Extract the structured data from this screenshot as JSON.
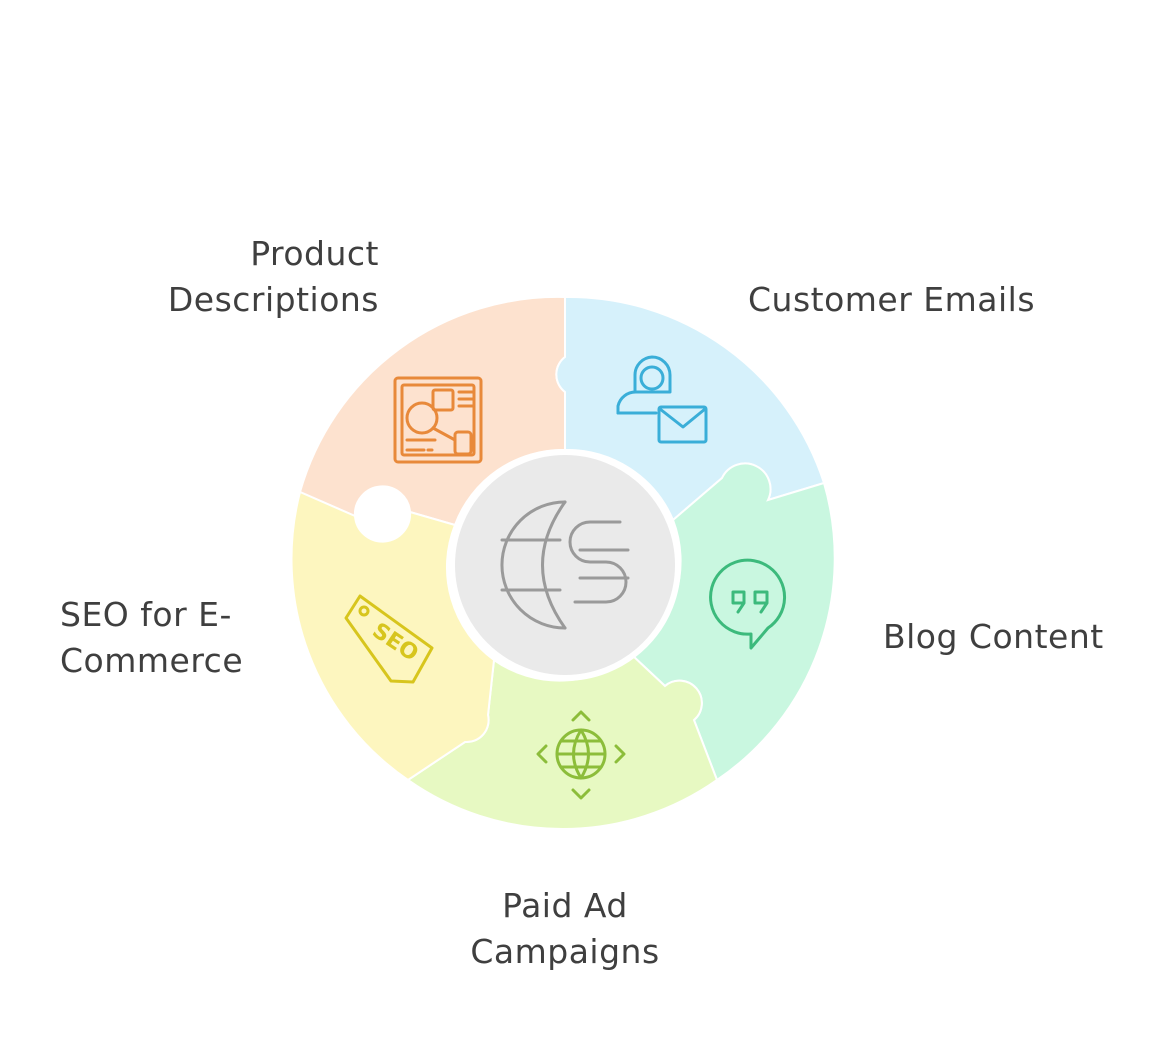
{
  "segments": [
    {
      "id": "product-descriptions",
      "label": "Product\nDescriptions",
      "fill": "#fde2cf",
      "icon": "product-catalog-icon",
      "icon_color": "#e8893a"
    },
    {
      "id": "customer-emails",
      "label": "Customer Emails",
      "fill": "#d6f1fb",
      "icon": "customer-email-icon",
      "icon_color": "#3aaed8"
    },
    {
      "id": "blog-content",
      "label": "Blog Content",
      "fill": "#c9f7e0",
      "icon": "speech-quote-icon",
      "icon_color": "#3cba7c"
    },
    {
      "id": "paid-ad-campaigns",
      "label": "Paid Ad\nCampaigns",
      "fill": "#e7f9c2",
      "icon": "globe-arrows-icon",
      "icon_color": "#8cbd3a"
    },
    {
      "id": "seo-ecommerce",
      "label": "SEO for E-\nCommerce",
      "fill": "#fdf6bf",
      "icon": "seo-tag-icon",
      "icon_color": "#d7c51d"
    }
  ],
  "center": {
    "icon": "globe-currency-icon",
    "fill": "#eaeaea",
    "icon_color": "#9a9a9a"
  },
  "colors": {
    "text": "#3f3f3f",
    "background": "#ffffff"
  }
}
